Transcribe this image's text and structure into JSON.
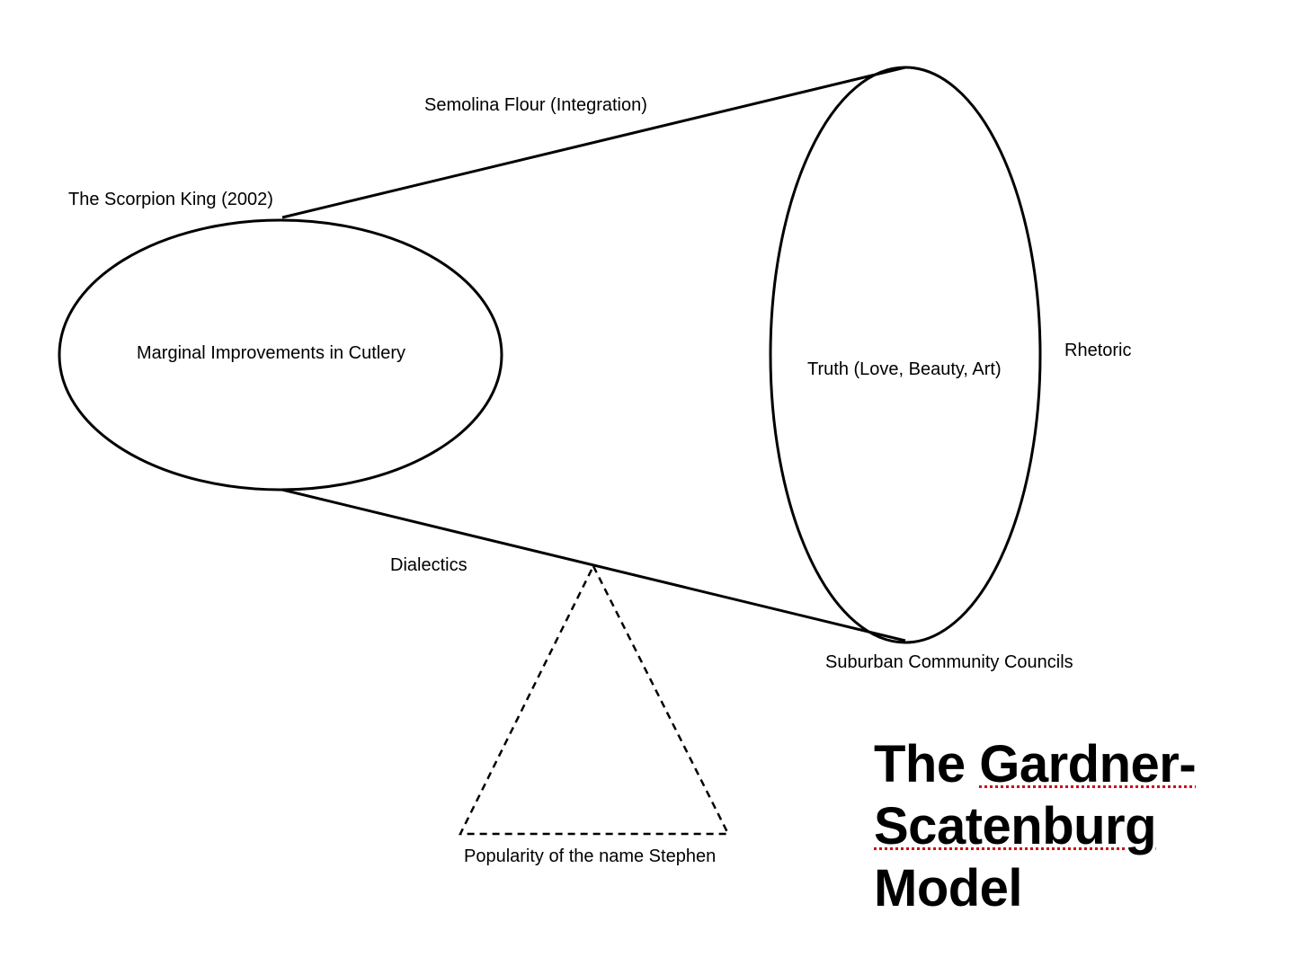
{
  "labels": {
    "top_edge": "Semolina Flour (Integration)",
    "top_left": "The Scorpion King (2002)",
    "left_ellipse": "Marginal Improvements in Cutlery",
    "right_ellipse": "Truth (Love, Beauty, Art)",
    "right_side": "Rhetoric",
    "bottom_edge": "Dialectics",
    "bottom_right": "Suburban Community Councils",
    "triangle": "Popularity of the name Stephen"
  },
  "title": {
    "line1_plain": "The ",
    "line1_marked": "Gardner-",
    "line2_marked": "Scatenburg",
    "line3_plain": "Model"
  },
  "colors": {
    "stroke": "#000000",
    "spellcheck_underline": "#d0021b"
  }
}
